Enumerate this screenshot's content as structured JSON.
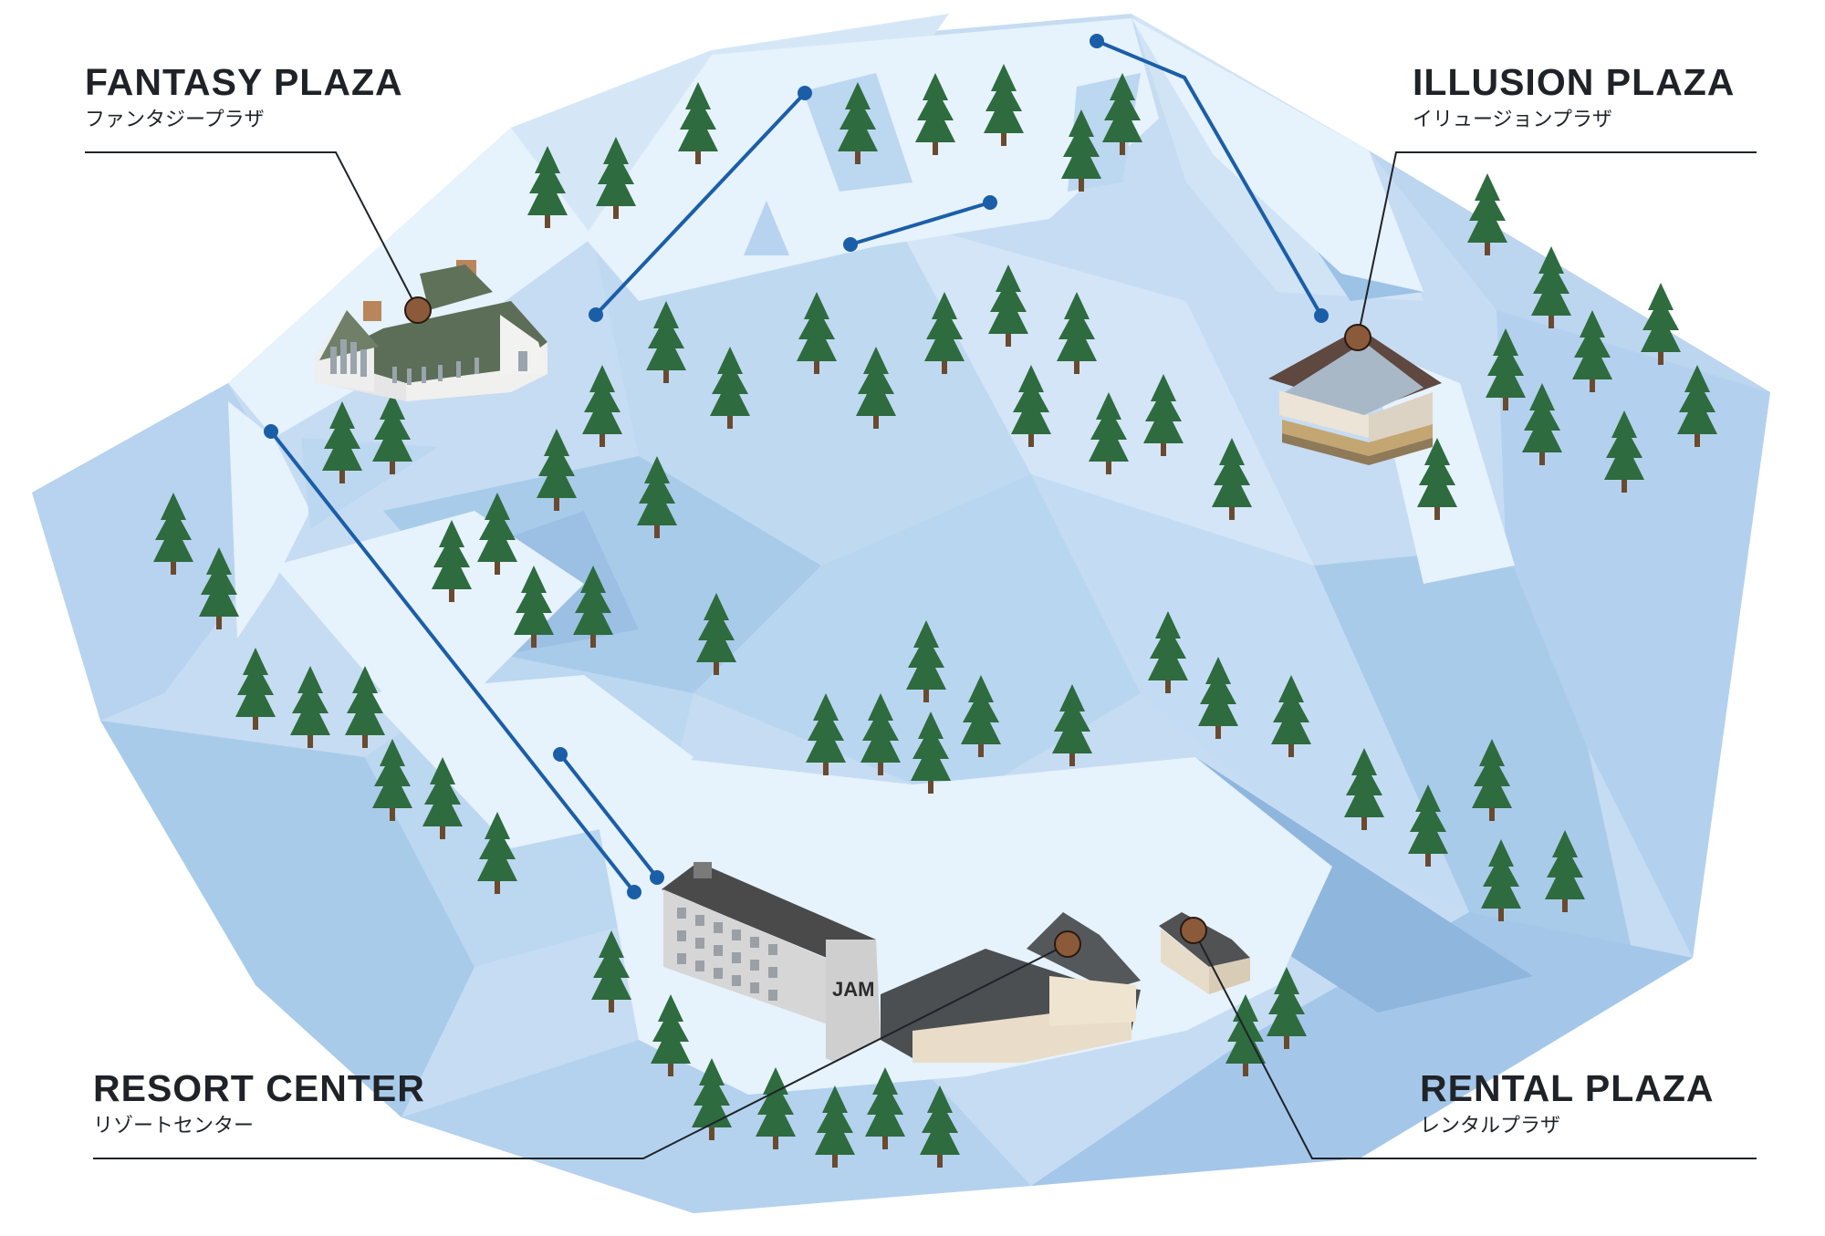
{
  "locations": {
    "fantasy": {
      "name_en": "FANTASY PLAZA",
      "name_ja": "ファンタジープラザ"
    },
    "illusion": {
      "name_en": "ILLUSION PLAZA",
      "name_ja": "イリュージョンプラザ"
    },
    "resort": {
      "name_en": "RESORT CENTER",
      "name_ja": "リゾートセンター"
    },
    "rental": {
      "name_en": "RENTAL PLAZA",
      "name_ja": "レンタルプラザ"
    }
  },
  "resort_building_sign": "JAM",
  "colors": {
    "snow": "#e3f0fb",
    "slope_light": "#cfe3f6",
    "slope_mid": "#b2d3ef",
    "slope_dark": "#98c0e6",
    "lift": "#1b5ea8",
    "marker": "#8a5a3a",
    "tree": "#2e6b3e",
    "trunk": "#6a4a2e",
    "leader": "#1f2328"
  }
}
